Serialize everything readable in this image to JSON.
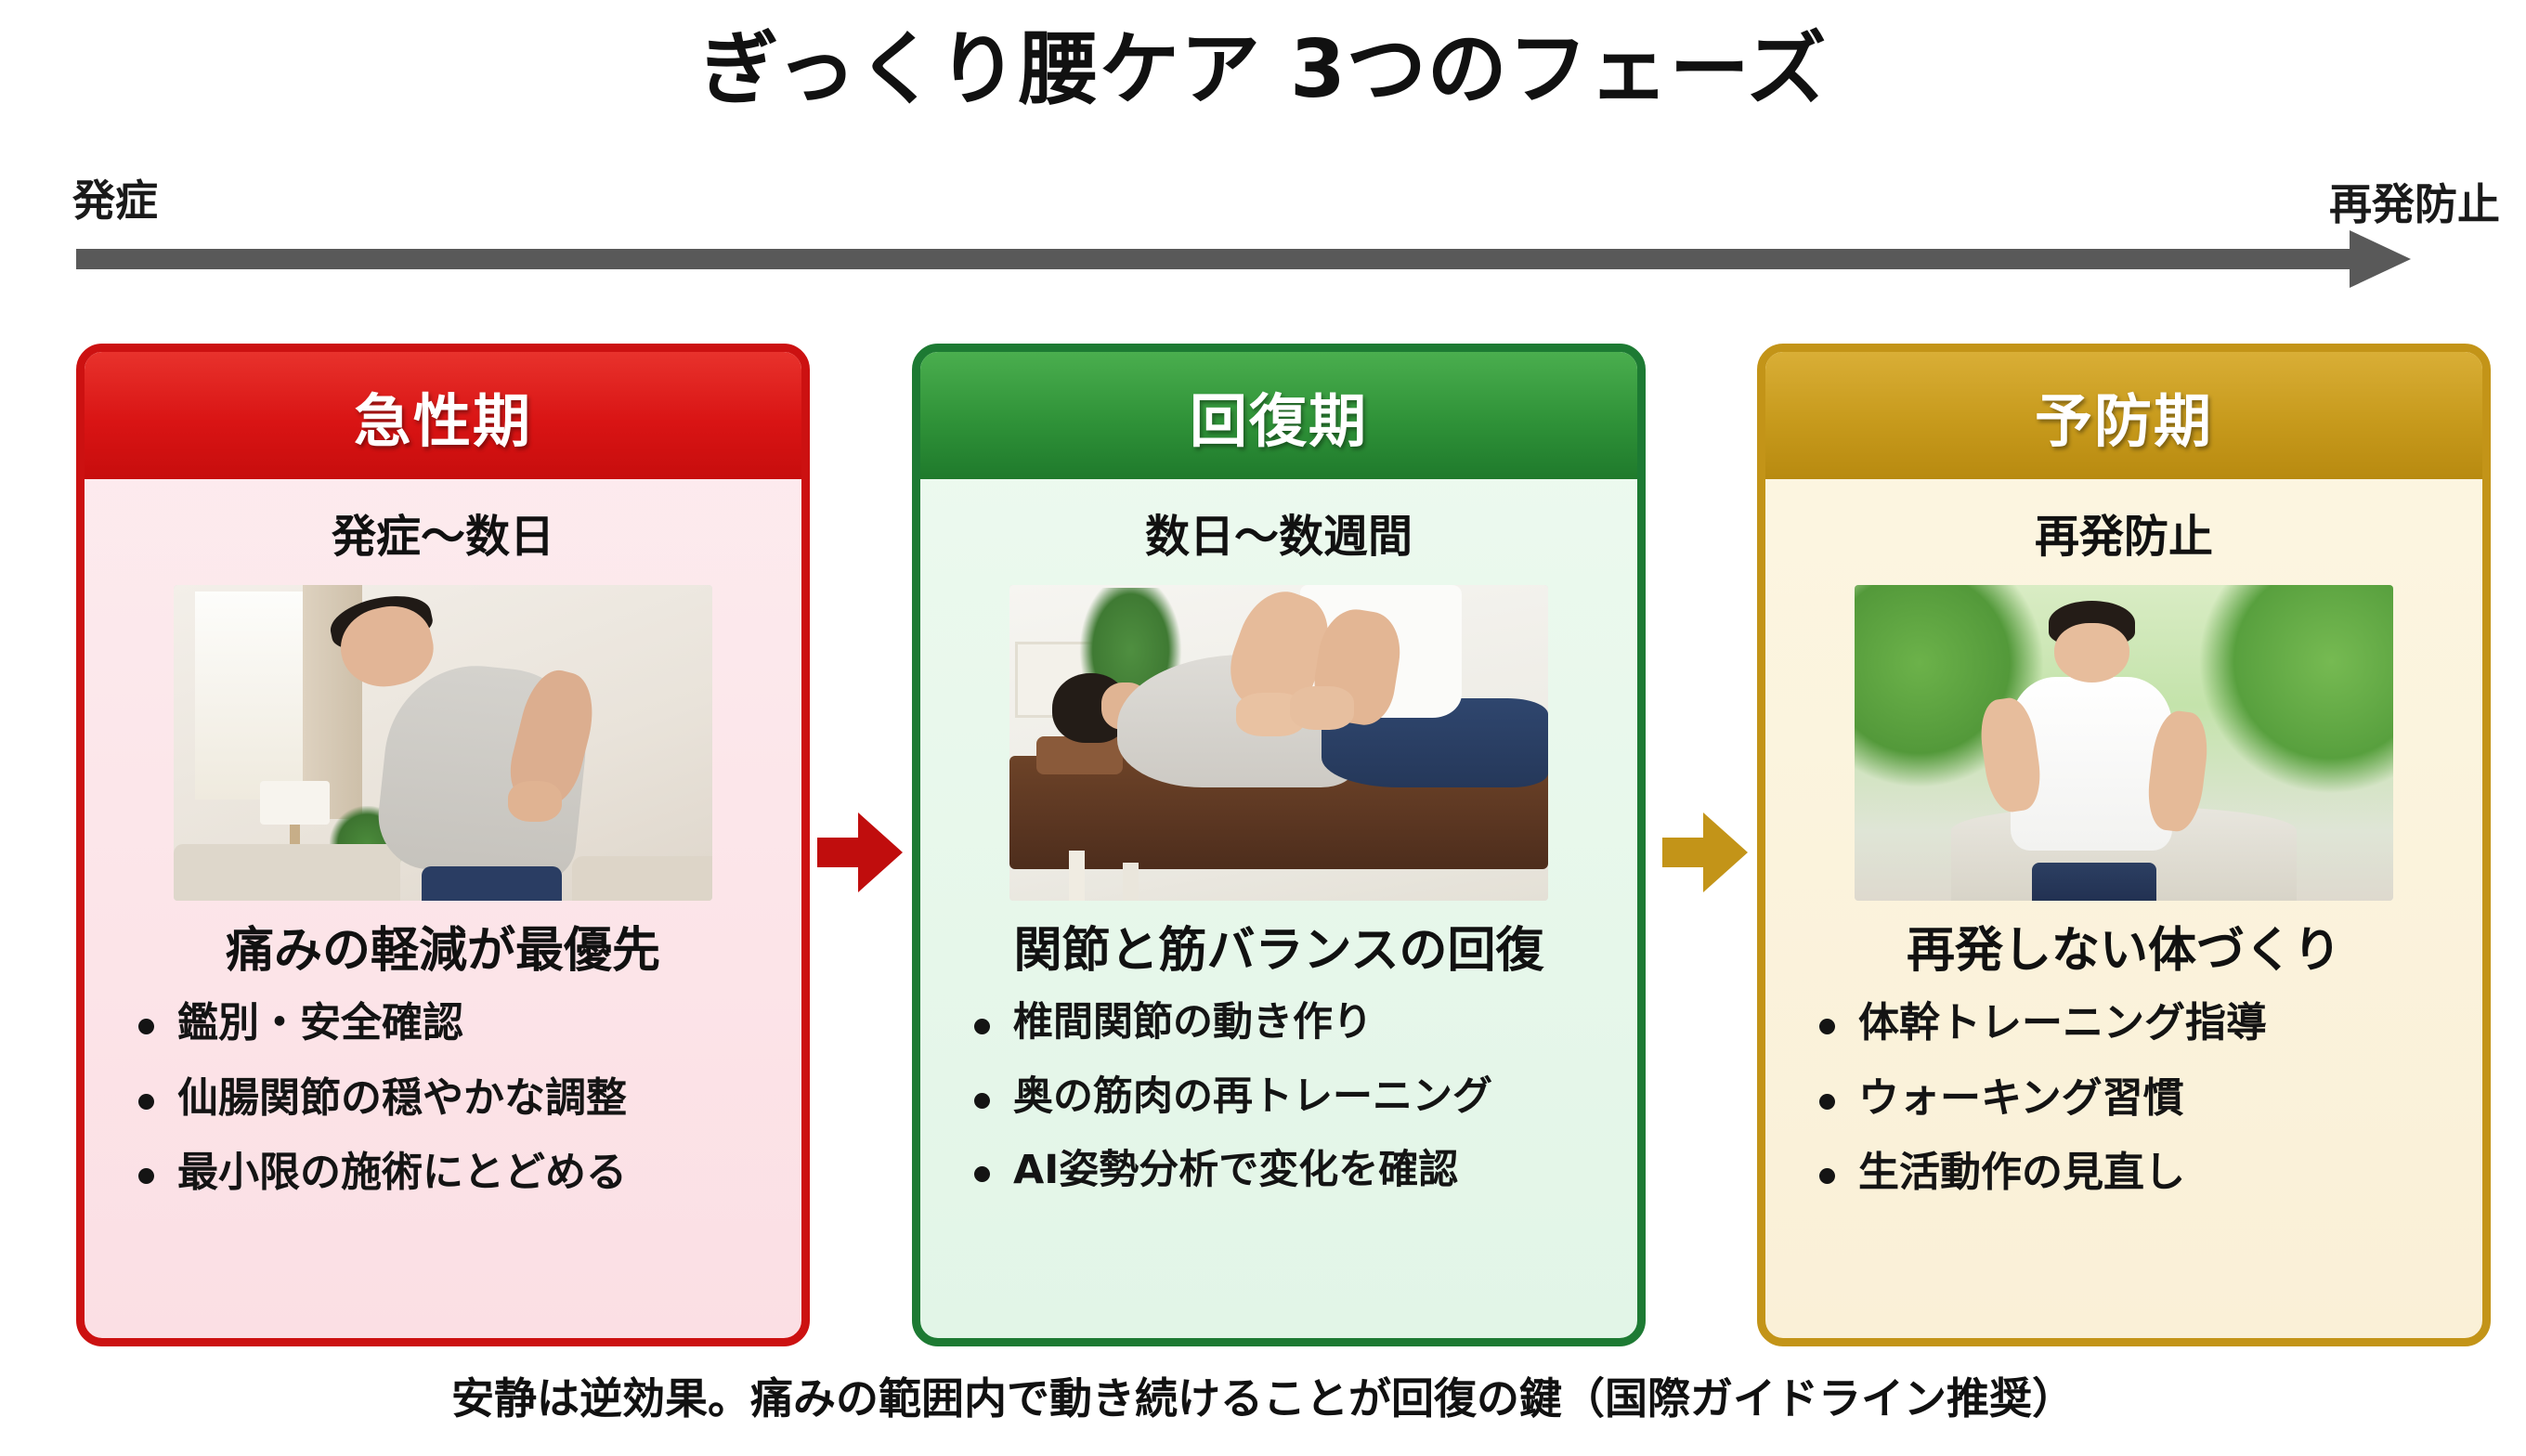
{
  "title": "ぎっくり腰ケア 3つのフェーズ",
  "timeline": {
    "start_label": "発症",
    "end_label": "再発防止"
  },
  "colors": {
    "phase1": "#cc1111",
    "phase2": "#1d7a33",
    "phase3": "#c39418",
    "timeline_bar": "#595959",
    "arrow1": "#c00d0d",
    "arrow2": "#c39418"
  },
  "phases": [
    {
      "header": "急性期",
      "duration": "発症〜数日",
      "photo_alt": "lower-back-pain-photo",
      "tagline": "痛みの軽減が最優先",
      "bullets": [
        "鑑別・安全確認",
        "仙腸関節の穏やかな調整",
        "最小限の施術にとどめる"
      ]
    },
    {
      "header": "回復期",
      "duration": "数日〜数週間",
      "photo_alt": "manual-therapy-photo",
      "tagline": "関節と筋バランスの回復",
      "bullets": [
        "椎間関節の動き作り",
        "奥の筋肉の再トレーニング",
        "AI姿勢分析で変化を確認"
      ]
    },
    {
      "header": "予防期",
      "duration": "再発防止",
      "photo_alt": "jogging-photo",
      "tagline": "再発しない体づくり",
      "bullets": [
        "体幹トレーニング指導",
        "ウォーキング習慣",
        "生活動作の見直し"
      ]
    }
  ],
  "footer_note": "安静は逆効果。痛みの範囲内で動き続けることが回復の鍵（国際ガイドライン推奨）"
}
